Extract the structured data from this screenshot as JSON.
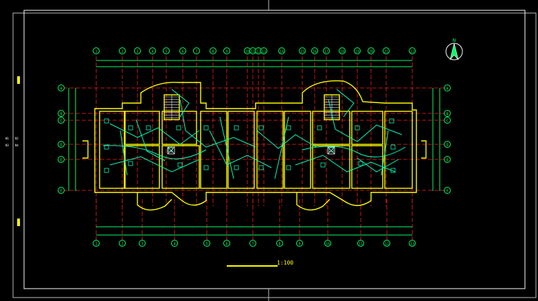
{
  "drawing": {
    "scale_label": "1:100",
    "north_label": "N",
    "top_axes": [
      "1",
      "2",
      "3",
      "4",
      "5",
      "6",
      "7",
      "8",
      "9",
      "10",
      "11",
      "12",
      "13",
      "14",
      "15",
      "16",
      "17",
      "18",
      "19",
      "20",
      "21",
      "22"
    ],
    "bottom_axes": [
      "1",
      "2",
      "3",
      "4",
      "5",
      "6",
      "7",
      "8",
      "9",
      "10",
      "11",
      "12",
      "13"
    ],
    "left_axes": [
      "A",
      "B",
      "C",
      "D",
      "E",
      "F"
    ],
    "right_axes": [
      "A",
      "B",
      "C",
      "D",
      "E",
      "F"
    ],
    "left_notes": [
      "N1",
      "N2",
      "N3",
      "N4"
    ]
  },
  "colors": {
    "background": "#000000",
    "frame": "#ffffff",
    "wall": "#ffff00",
    "axis_line": "#ff2020",
    "wiring": "#00ffc0",
    "dimension": "#00ff66",
    "marker": "#ffff00"
  }
}
